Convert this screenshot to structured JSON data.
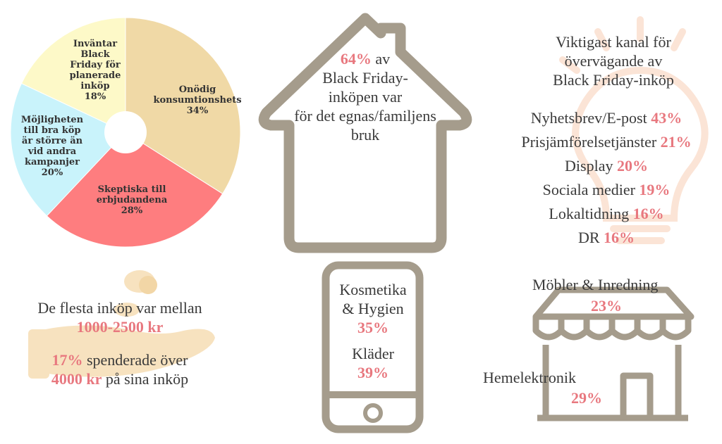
{
  "colors": {
    "accent": "#e8787f",
    "outline": "#a59c8c",
    "light_tan": "#f7e2bf",
    "bulb": "#fbe4d6",
    "slice1": "#f0d9a6",
    "slice2": "#fe7d7f",
    "slice3": "#c9f3fb",
    "slice4": "#fdf9c8"
  },
  "chart_data": {
    "type": "pie",
    "labels": [
      "Onödig konsumtionshets",
      "Skeptiska till erbjudandena",
      "Möjligheten till bra köp är större än vid andra kampanjer",
      "Inväntar Black Friday för planerade inköp"
    ],
    "values": [
      34,
      28,
      20,
      18
    ],
    "value_labels": [
      "34%",
      "28%",
      "20%",
      "18%"
    ]
  },
  "pie": {
    "s1": [
      "Onödig",
      "konsumtionshets",
      "34%"
    ],
    "s2": [
      "Skeptiska till",
      "erbjudandena",
      "28%"
    ],
    "s3": [
      "Möjligheten",
      "till bra köp",
      "är större än",
      "vid andra",
      "kampanjer",
      "20%"
    ],
    "s4": [
      "Inväntar",
      "Black",
      "Friday för",
      "planerade",
      "inköp",
      "18%"
    ]
  },
  "house": {
    "pct": "64%",
    "l1": "av",
    "l2": "Black Friday-",
    "l3": "inköpen var",
    "l4": "för det egnas/familjens",
    "l5": "bruk"
  },
  "channels": {
    "title": [
      "Viktigast kanal för",
      "övervägande av",
      "Black Friday-inköp"
    ],
    "items": [
      {
        "label": "Nyhetsbrev/E-post",
        "pct": "43%"
      },
      {
        "label": "Prisjämförelsetjänster",
        "pct": "21%"
      },
      {
        "label": "Display",
        "pct": "20%"
      },
      {
        "label": "Sociala medier",
        "pct": "19%"
      },
      {
        "label": "Lokaltidning",
        "pct": "16%"
      },
      {
        "label": "DR",
        "pct": "16%"
      }
    ]
  },
  "spend": {
    "l1": "De flesta inköp var mellan",
    "range": "1000-2500 kr",
    "pct": "17%",
    "l2": "spenderade över",
    "amount": "4000 kr",
    "l3": "på sina inköp"
  },
  "phone": {
    "c1a": "Kosmetika",
    "c1b": "& Hygien",
    "p1": "35%",
    "c2": "Kläder",
    "p2": "39%"
  },
  "store": {
    "c1": "Möbler & Inredning",
    "p1": "23%",
    "c2": "Hemelektronik",
    "p2": "29%"
  }
}
